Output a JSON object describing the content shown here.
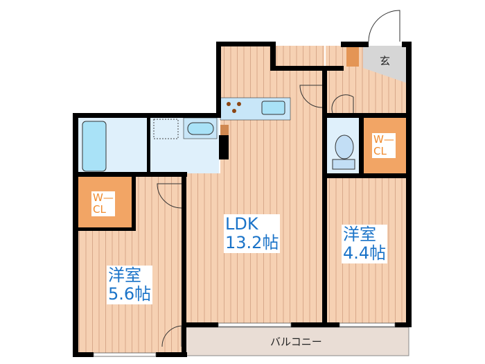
{
  "rooms": {
    "ldk": {
      "name": "LDK",
      "size": "13.2帖"
    },
    "western_left": {
      "name": "洋室",
      "size": "5.6帖"
    },
    "western_right": {
      "name": "洋室",
      "size": "4.4帖"
    },
    "wcl_left": {
      "line1": "W—",
      "line2": "CL"
    },
    "wcl_right": {
      "line1": "W—",
      "line2": "CL"
    },
    "entrance": "玄",
    "balcony": "バルコニー"
  },
  "colors": {
    "floor": "#f6d1b3",
    "floor_line": "#d8a88a",
    "wall": "#000000",
    "wet_area": "#dff0fb",
    "fixture": "#a9e2f7",
    "closet": "#f2a565",
    "label": "#1a73c8",
    "balcony": "#e9ddd5"
  }
}
